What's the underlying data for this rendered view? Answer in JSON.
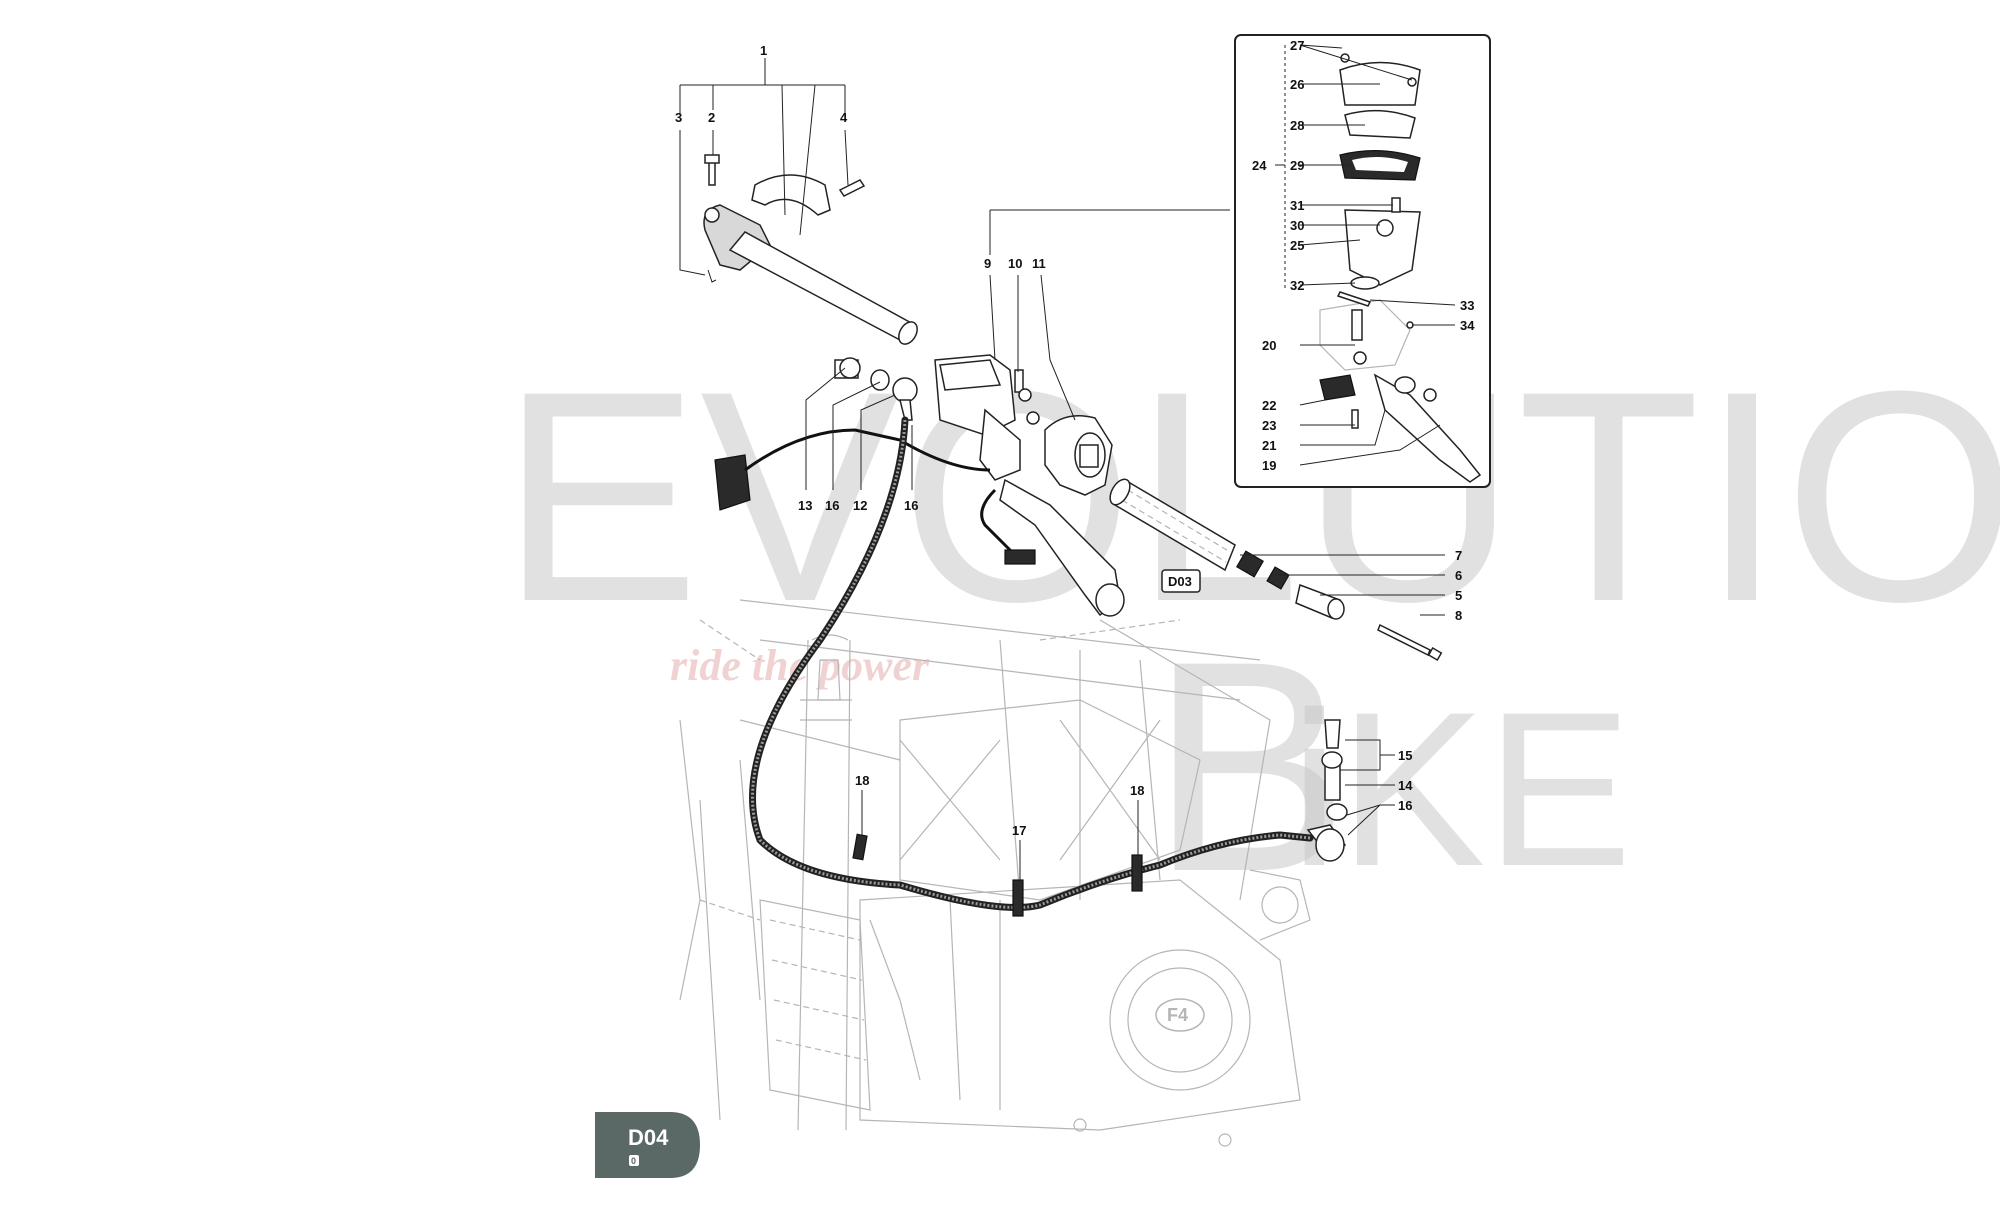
{
  "watermark": {
    "brand": "EvOLutiOn BiKE",
    "line_top": "EVOLUTIOn",
    "line_big_letter": "B",
    "line_bottom": "iKE",
    "tagline": "ride the power"
  },
  "page_badge": {
    "code": "D04",
    "sub": "0",
    "bg_color": "#5a6866",
    "text_color": "#ffffff"
  },
  "reference_tag": "D03",
  "callouts": {
    "c1": "1",
    "c2": "2",
    "c3": "3",
    "c4": "4",
    "c5": "5",
    "c6": "6",
    "c7": "7",
    "c8": "8",
    "c9": "9",
    "c10": "10",
    "c11": "11",
    "c12": "12",
    "c13": "13",
    "c14": "14",
    "c15": "15",
    "c16a": "16",
    "c16b": "16",
    "c16c": "16",
    "c17": "17",
    "c18a": "18",
    "c18b": "18",
    "c19": "19",
    "c20": "20",
    "c21": "21",
    "c22": "22",
    "c23": "23",
    "c24": "24",
    "c25": "25",
    "c26": "26",
    "c27": "27",
    "c28": "28",
    "c29": "29",
    "c30": "30",
    "c31": "31",
    "c32": "32",
    "c33": "33",
    "c34": "34"
  },
  "engine_logo": "F4",
  "colors": {
    "line": "#222222",
    "ghost": "#b5b5b5",
    "watermark": "#c9c9c9",
    "tagline": "#e7b5b5"
  }
}
